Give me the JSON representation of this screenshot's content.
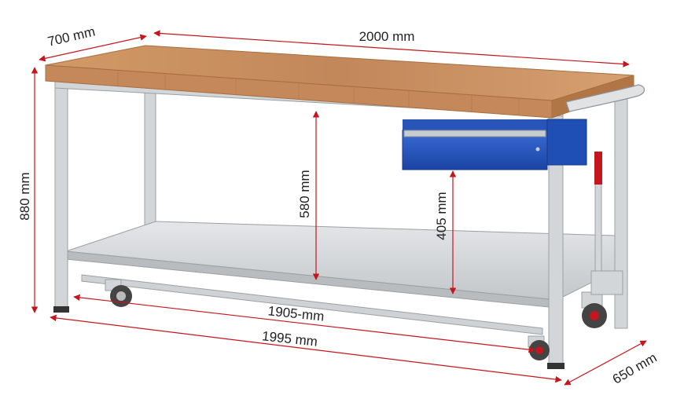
{
  "colors": {
    "dimension_line": "#c4161c",
    "frame": "#d3d6d8",
    "frame_shadow": "#9aa0a4",
    "worktop": "#c88f5e",
    "worktop_edge": "#a86e3f",
    "shelf": "#cfd2d4",
    "drawer": "#1f4fb5",
    "drawer_light": "#3a6bd6",
    "wheel": "#444444",
    "text": "#222222"
  },
  "dimensions": {
    "top_depth": "700 mm",
    "top_width": "2000 mm",
    "total_height": "880 mm",
    "clearance_under_top": "580 mm",
    "clearance_under_drawer": "405 mm",
    "inner_width": "1905-mm",
    "frame_width": "1995 mm",
    "frame_depth": "650 mm"
  }
}
